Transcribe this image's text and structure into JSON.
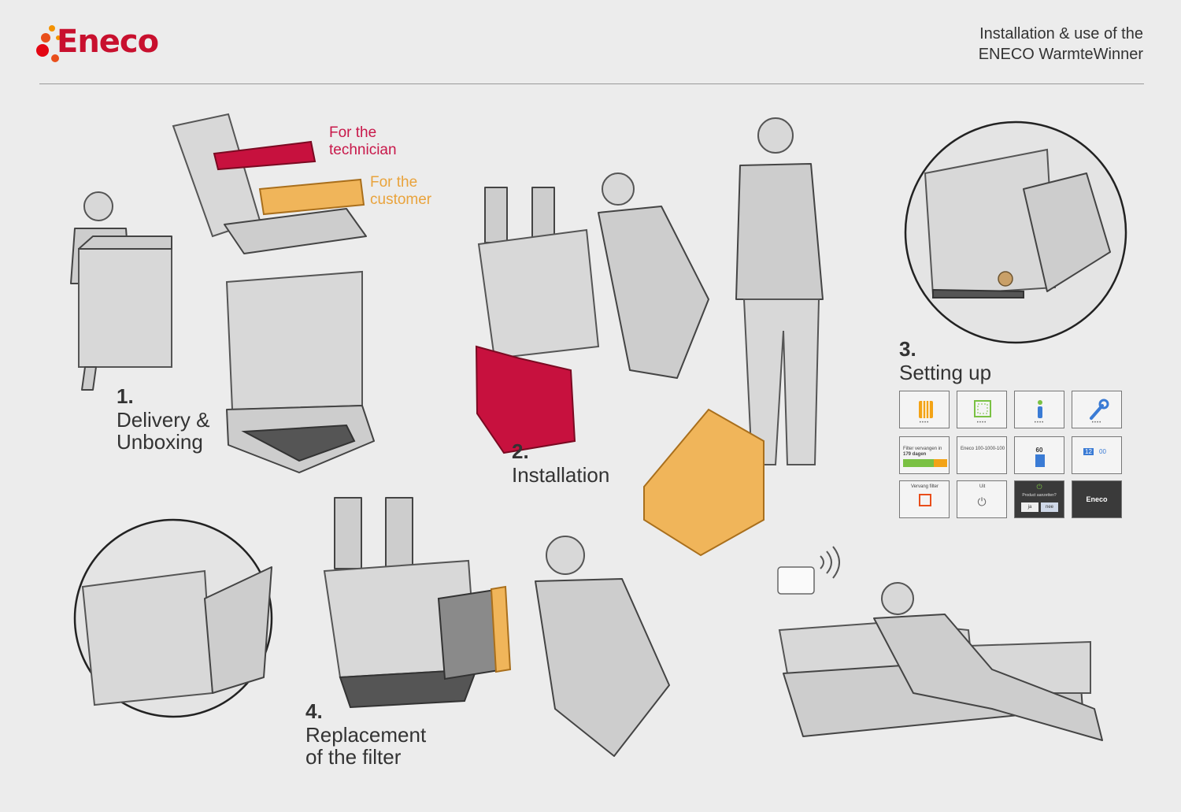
{
  "header": {
    "brand": "Eneco",
    "title_line1": "Installation & use of the",
    "title_line2": "ENECO WarmteWinner"
  },
  "steps": [
    {
      "number": "1.",
      "line1": "Delivery &",
      "line2": "Unboxing"
    },
    {
      "number": "2.",
      "line1": "Installation",
      "line2": ""
    },
    {
      "number": "3.",
      "line1": "Setting up",
      "line2": ""
    },
    {
      "number": "4.",
      "line1": "Replacement",
      "line2": "of the filter"
    }
  ],
  "box_labels": {
    "technician_line1": "For the",
    "technician_line2": "technician",
    "customer_line1": "For the",
    "customer_line2": "customer"
  },
  "screens": {
    "filter_days_label": "Filter vervangen in",
    "filter_days_value": "179 dagen",
    "model_value": "Eneco 100-1000-100",
    "setpoint_value": "60",
    "time_hours": "12",
    "time_minutes": "00",
    "replace_filter_title": "Vervang filter",
    "power_label": "Uit",
    "confirm_question": "Product aanzetten?",
    "yes": "ja",
    "no": "nee",
    "splash_brand": "Eneco"
  },
  "colors": {
    "brand_red": "#c8102e",
    "technician_box": "#c7113e",
    "customer_box": "#f0b55a",
    "accent_green": "#7ac143",
    "accent_blue": "#3a7bd5"
  },
  "icons": [
    "radiator-icon",
    "grid-icon",
    "info-icon",
    "wrench-icon",
    "power-icon",
    "wifi-icon"
  ]
}
